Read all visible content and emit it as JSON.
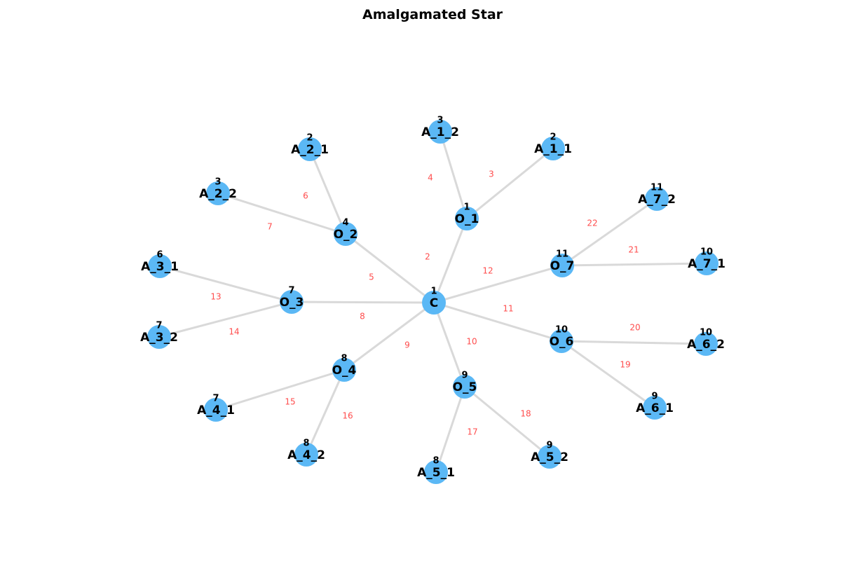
{
  "title": "Amalgamated Star",
  "colors": {
    "node": "#5bb8f5",
    "edge": "#d9d9d9",
    "edge_label": "#ff4d4d"
  },
  "nodes": [
    {
      "id": "C",
      "label": "C",
      "num": "1"
    },
    {
      "id": "O_1",
      "label": "O_1",
      "num": "1"
    },
    {
      "id": "A_1_1",
      "label": "A_1_1",
      "num": "2"
    },
    {
      "id": "A_1_2",
      "label": "A_1_2",
      "num": "3"
    },
    {
      "id": "O_2",
      "label": "O_2",
      "num": "4"
    },
    {
      "id": "A_2_1",
      "label": "A_2_1",
      "num": "2"
    },
    {
      "id": "A_2_2",
      "label": "A_2_2",
      "num": "3"
    },
    {
      "id": "O_3",
      "label": "O_3",
      "num": "7"
    },
    {
      "id": "A_3_1",
      "label": "A_3_1",
      "num": "6"
    },
    {
      "id": "A_3_2",
      "label": "A_3_2",
      "num": "7"
    },
    {
      "id": "O_4",
      "label": "O_4",
      "num": "8"
    },
    {
      "id": "A_4_1",
      "label": "A_4_1",
      "num": "7"
    },
    {
      "id": "A_4_2",
      "label": "A_4_2",
      "num": "8"
    },
    {
      "id": "O_5",
      "label": "O_5",
      "num": "9"
    },
    {
      "id": "A_5_1",
      "label": "A_5_1",
      "num": "8"
    },
    {
      "id": "A_5_2",
      "label": "A_5_2",
      "num": "9"
    },
    {
      "id": "O_6",
      "label": "O_6",
      "num": "10"
    },
    {
      "id": "A_6_1",
      "label": "A_6_1",
      "num": "9"
    },
    {
      "id": "A_6_2",
      "label": "A_6_2",
      "num": "10"
    },
    {
      "id": "O_7",
      "label": "O_7",
      "num": "11"
    },
    {
      "id": "A_7_1",
      "label": "A_7_1",
      "num": "10"
    },
    {
      "id": "A_7_2",
      "label": "A_7_2",
      "num": "11"
    }
  ],
  "edges": [
    {
      "from": "C",
      "to": "O_1",
      "label": "2"
    },
    {
      "from": "O_1",
      "to": "A_1_1",
      "label": "3"
    },
    {
      "from": "O_1",
      "to": "A_1_2",
      "label": "4"
    },
    {
      "from": "C",
      "to": "O_2",
      "label": "5"
    },
    {
      "from": "O_2",
      "to": "A_2_1",
      "label": "6"
    },
    {
      "from": "O_2",
      "to": "A_2_2",
      "label": "7"
    },
    {
      "from": "C",
      "to": "O_3",
      "label": "8"
    },
    {
      "from": "O_3",
      "to": "A_3_1",
      "label": "13"
    },
    {
      "from": "O_3",
      "to": "A_3_2",
      "label": "14"
    },
    {
      "from": "C",
      "to": "O_4",
      "label": "9"
    },
    {
      "from": "O_4",
      "to": "A_4_1",
      "label": "15"
    },
    {
      "from": "O_4",
      "to": "A_4_2",
      "label": "16"
    },
    {
      "from": "C",
      "to": "O_5",
      "label": "10"
    },
    {
      "from": "O_5",
      "to": "A_5_1",
      "label": "17"
    },
    {
      "from": "O_5",
      "to": "A_5_2",
      "label": "18"
    },
    {
      "from": "C",
      "to": "O_6",
      "label": "11"
    },
    {
      "from": "O_6",
      "to": "A_6_1",
      "label": "19"
    },
    {
      "from": "O_6",
      "to": "A_6_2",
      "label": "20"
    },
    {
      "from": "C",
      "to": "O_7",
      "label": "12"
    },
    {
      "from": "O_7",
      "to": "A_7_1",
      "label": "21"
    },
    {
      "from": "O_7",
      "to": "A_7_2",
      "label": "22"
    }
  ]
}
